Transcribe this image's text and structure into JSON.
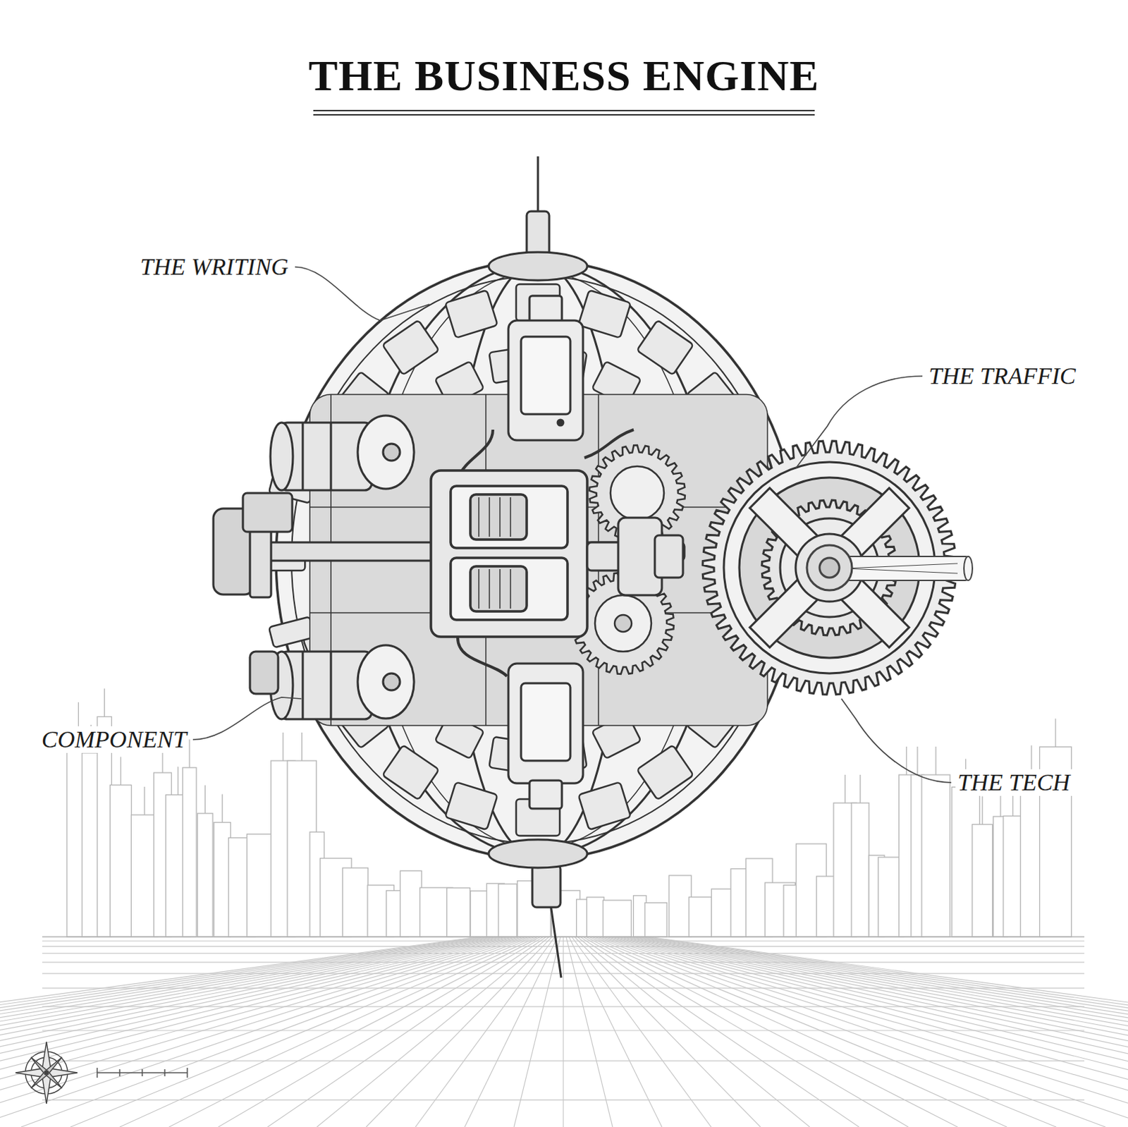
{
  "diagram": {
    "title": "THE BUSINESS ENGINE",
    "labels": [
      "THE WRITING",
      "THE TRAFFIC",
      "COMPONENT",
      "THE TECH"
    ]
  }
}
